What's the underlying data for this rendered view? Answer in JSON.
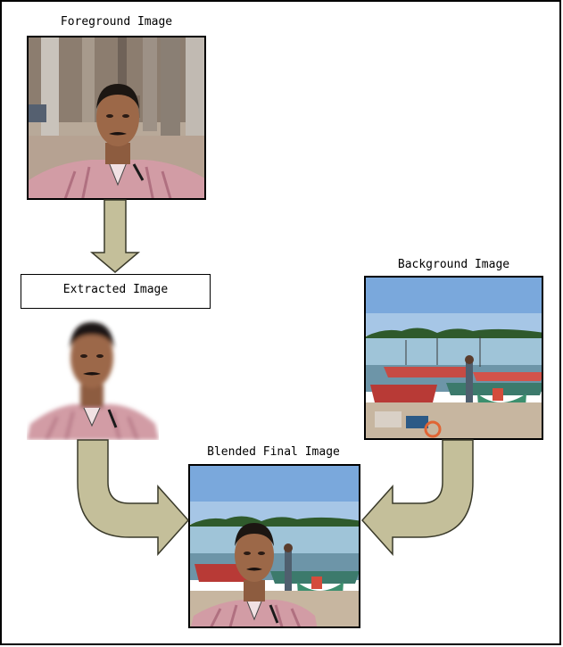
{
  "labels": {
    "foreground": "Foreground Image",
    "extracted": "Extracted Image",
    "background": "Background Image",
    "blended": "Blended Final Image"
  },
  "colors": {
    "arrow_fill": "#c4bf9a",
    "arrow_stroke": "#3a3a2a",
    "frame_border": "#000000"
  }
}
